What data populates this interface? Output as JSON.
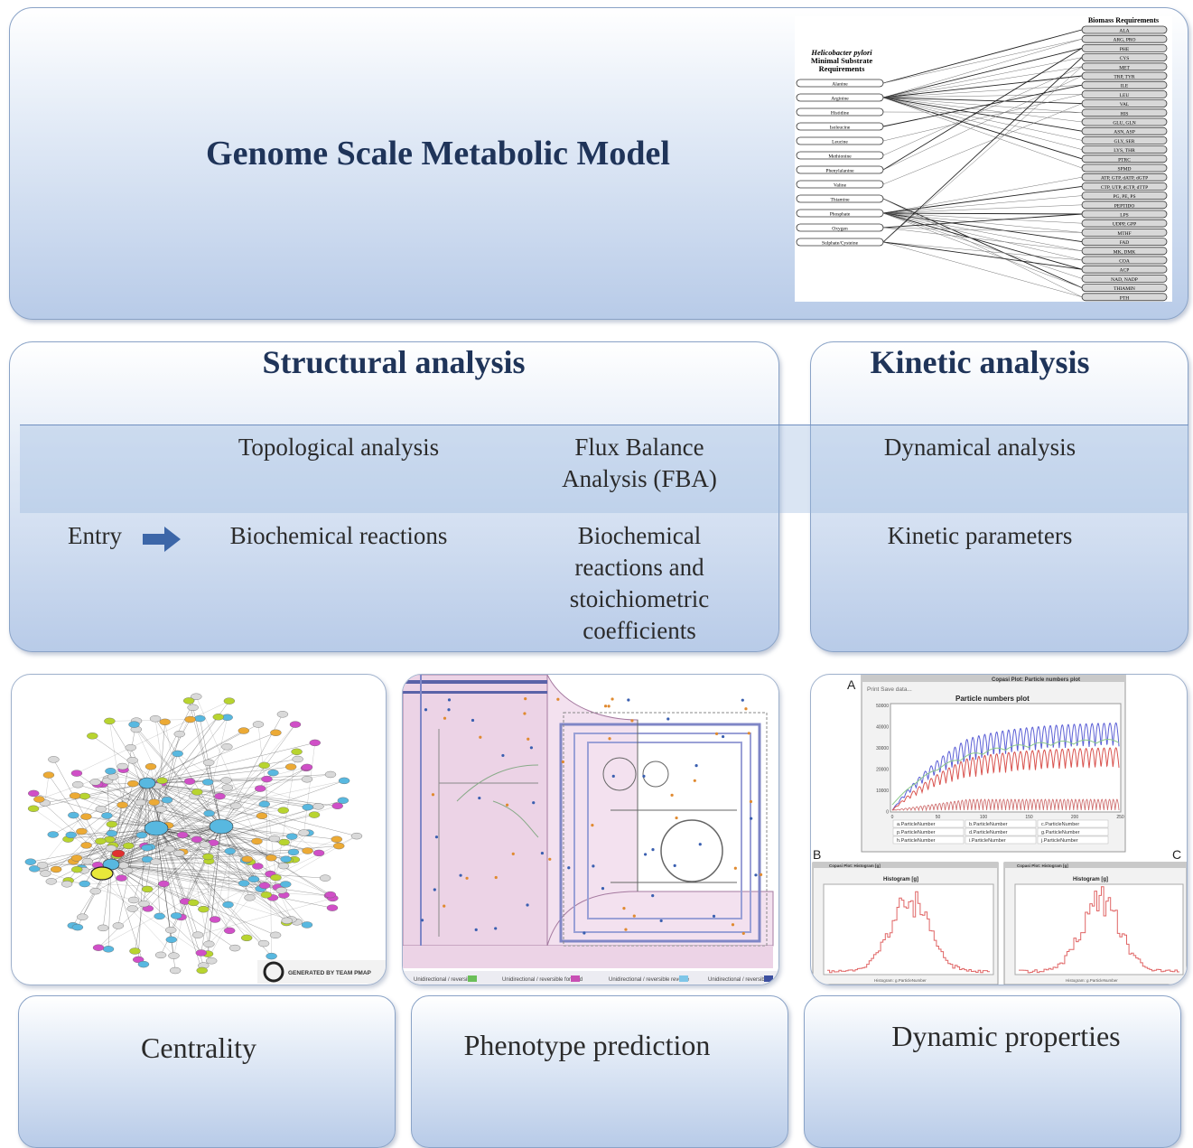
{
  "top": {
    "title": "Genome Scale Metabolic Model",
    "inset": {
      "left_heading": [
        "Helicobacter pylori",
        "Minimal Substrate",
        "Requirements"
      ],
      "right_heading": "Biomass Requirements",
      "substrates": [
        "Alanine",
        "Arginine",
        "Histidine",
        "Isoleucine",
        "Leucine",
        "Methionine",
        "Phenylalanine",
        "Valine",
        "Thiamine",
        "Phosphate",
        "Oxygen",
        "Sulphate/Cysteine"
      ],
      "biomass": [
        "ALA",
        "ARG, PRO",
        "PHE",
        "CYS",
        "MET",
        "TRP, TYR",
        "ILE",
        "LEU",
        "VAL",
        "HIS",
        "GLU, GLN",
        "ASN, ASP",
        "GLY, SER",
        "LYS, THR",
        "PTRC",
        "SPMD",
        "ATP, GTP, dATP, dGTP",
        "CTP, UTP, dCTP, dTTP",
        "PG, PE, PS",
        "PEPTIDO",
        "LPS",
        "UDPP, GPP",
        "MTHF",
        "FAD",
        "MK, DMK",
        "COA",
        "ACP",
        "NAD, NADP",
        "THIAMIN",
        "PTH"
      ]
    }
  },
  "structural": {
    "title": "Structural analysis",
    "entry": "Entry",
    "col1_method": "Topological analysis",
    "col1_input": "Biochemical reactions",
    "col2_method": [
      "Flux Balance",
      "Analysis (FBA)"
    ],
    "col2_input": [
      "Biochemical",
      "reactions and",
      "stoichiometric",
      "coefficients"
    ]
  },
  "kinetic": {
    "title": "Kinetic analysis",
    "method": "Dynamical analysis",
    "input": "Kinetic parameters"
  },
  "images": {
    "network_credit": "GENERATED BY TEAM PMAP",
    "pathway_legend": [
      "Unidirectional / reversible",
      "Unidirectional / reversible forward",
      "Unidirectional / reversible reverse",
      "Unidirectional / reversible"
    ],
    "kinetic": {
      "label_a": "A",
      "label_b": "B",
      "label_c": "C",
      "window_title": "Copasi Plot: Particle numbers plot",
      "plot_title": "Particle numbers plot",
      "toolbar": "Print  Save data...",
      "y_ticks": [
        "50000",
        "40000",
        "30000",
        "20000",
        "10000",
        "0"
      ],
      "x_ticks": [
        "0",
        "50",
        "100",
        "150",
        "200",
        "250"
      ],
      "legend": [
        "a.ParticleNumber",
        "b.ParticleNumber",
        "c.ParticleNumber",
        "p.ParticleNumber",
        "d.ParticleNumber",
        "g.ParticleNumber",
        "h.ParticleNumber",
        "i.ParticleNumber",
        "j.ParticleNumber"
      ],
      "histogram_window": "Copasi Plot: Histogram [g]",
      "histogram_title": "Histogram [g]",
      "histogram_xlabel": "Histogram: g.ParticleNumber"
    }
  },
  "outputs": {
    "centrality": "Centrality",
    "phenotype": "Phenotype prediction",
    "dynamic": "Dynamic properties"
  },
  "colors": {
    "title_navy": "#1f3459",
    "arrow_blue": "#3c66a8",
    "node_cyan": "#58b8e0",
    "node_magenta": "#d04fc7",
    "node_orange": "#ecaa35",
    "node_yellowgreen": "#b8d42f"
  }
}
